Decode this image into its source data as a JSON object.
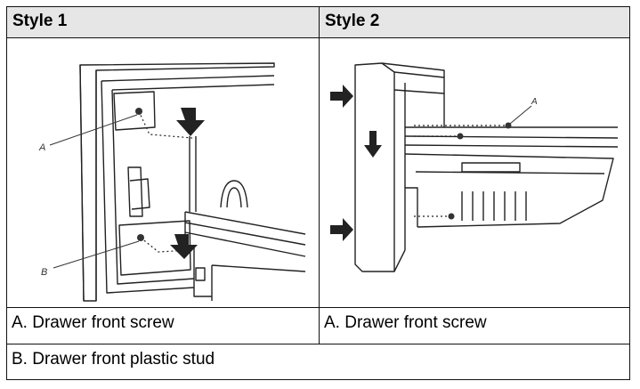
{
  "table": {
    "col1_header": "Style 1",
    "col2_header": "Style 2",
    "style1_caption_a": "A. Drawer front screw",
    "style2_caption_a": "A. Drawer front screw",
    "caption_b": "B. Drawer front plastic stud"
  },
  "figure1": {
    "label_a": "A",
    "label_b": "B"
  },
  "figure2": {
    "label_a": "A"
  }
}
